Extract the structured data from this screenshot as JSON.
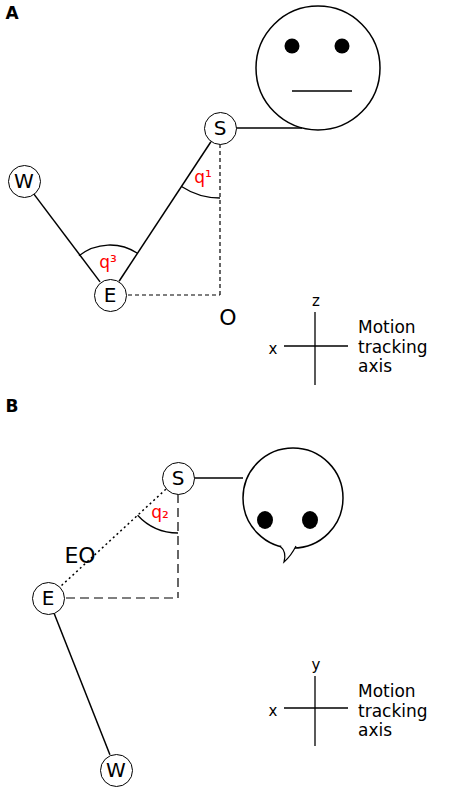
{
  "diagram": {
    "nodes": [
      {
        "text": [
          "S"
        ]
      },
      {
        "text": [
          "W"
        ]
      },
      {
        "text": [
          "E"
        ]
      },
      {
        "text": [
          "S"
        ]
      },
      {
        "text": [
          "E"
        ]
      },
      {
        "text": [
          "W"
        ]
      }
    ],
    "edges": [
      {
        "from": 0,
        "to": 2,
        "arrow": "none"
      },
      {
        "from": 2,
        "to": 1,
        "arrow": "none"
      },
      {
        "from": 3,
        "to": 4,
        "arrow": "none"
      },
      {
        "from": 4,
        "to": 5,
        "arrow": "none"
      }
    ],
    "labels": [
      "A",
      "q¹",
      "q³",
      "O",
      "z",
      "x",
      "Motion tracking axis",
      "B",
      "q₂",
      "EO",
      "y",
      "x",
      "Motion tracking axis"
    ]
  }
}
